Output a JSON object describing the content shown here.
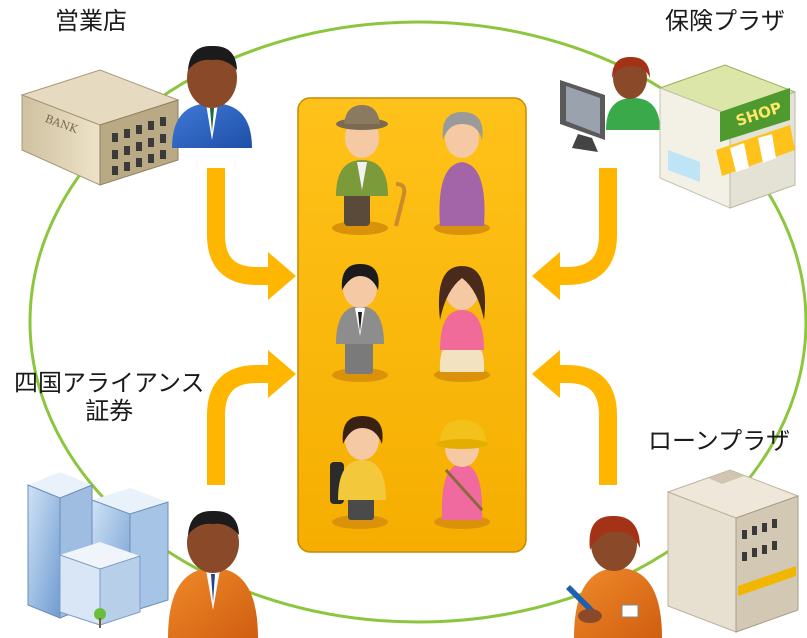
{
  "nodes": {
    "top_left": {
      "label": "営業店"
    },
    "top_right": {
      "label": "保険プラザ"
    },
    "bottom_left": {
      "label_line1": "四国アライアンス",
      "label_line2": "証券"
    },
    "bottom_right": {
      "label": "ローンプラザ"
    }
  },
  "sign_text": "SHOP",
  "bank_text": "BANK",
  "colors": {
    "circle": "#8cc63f",
    "panel": "#f7b500",
    "arrow": "#ffb600",
    "text": "#1a1a1a"
  }
}
